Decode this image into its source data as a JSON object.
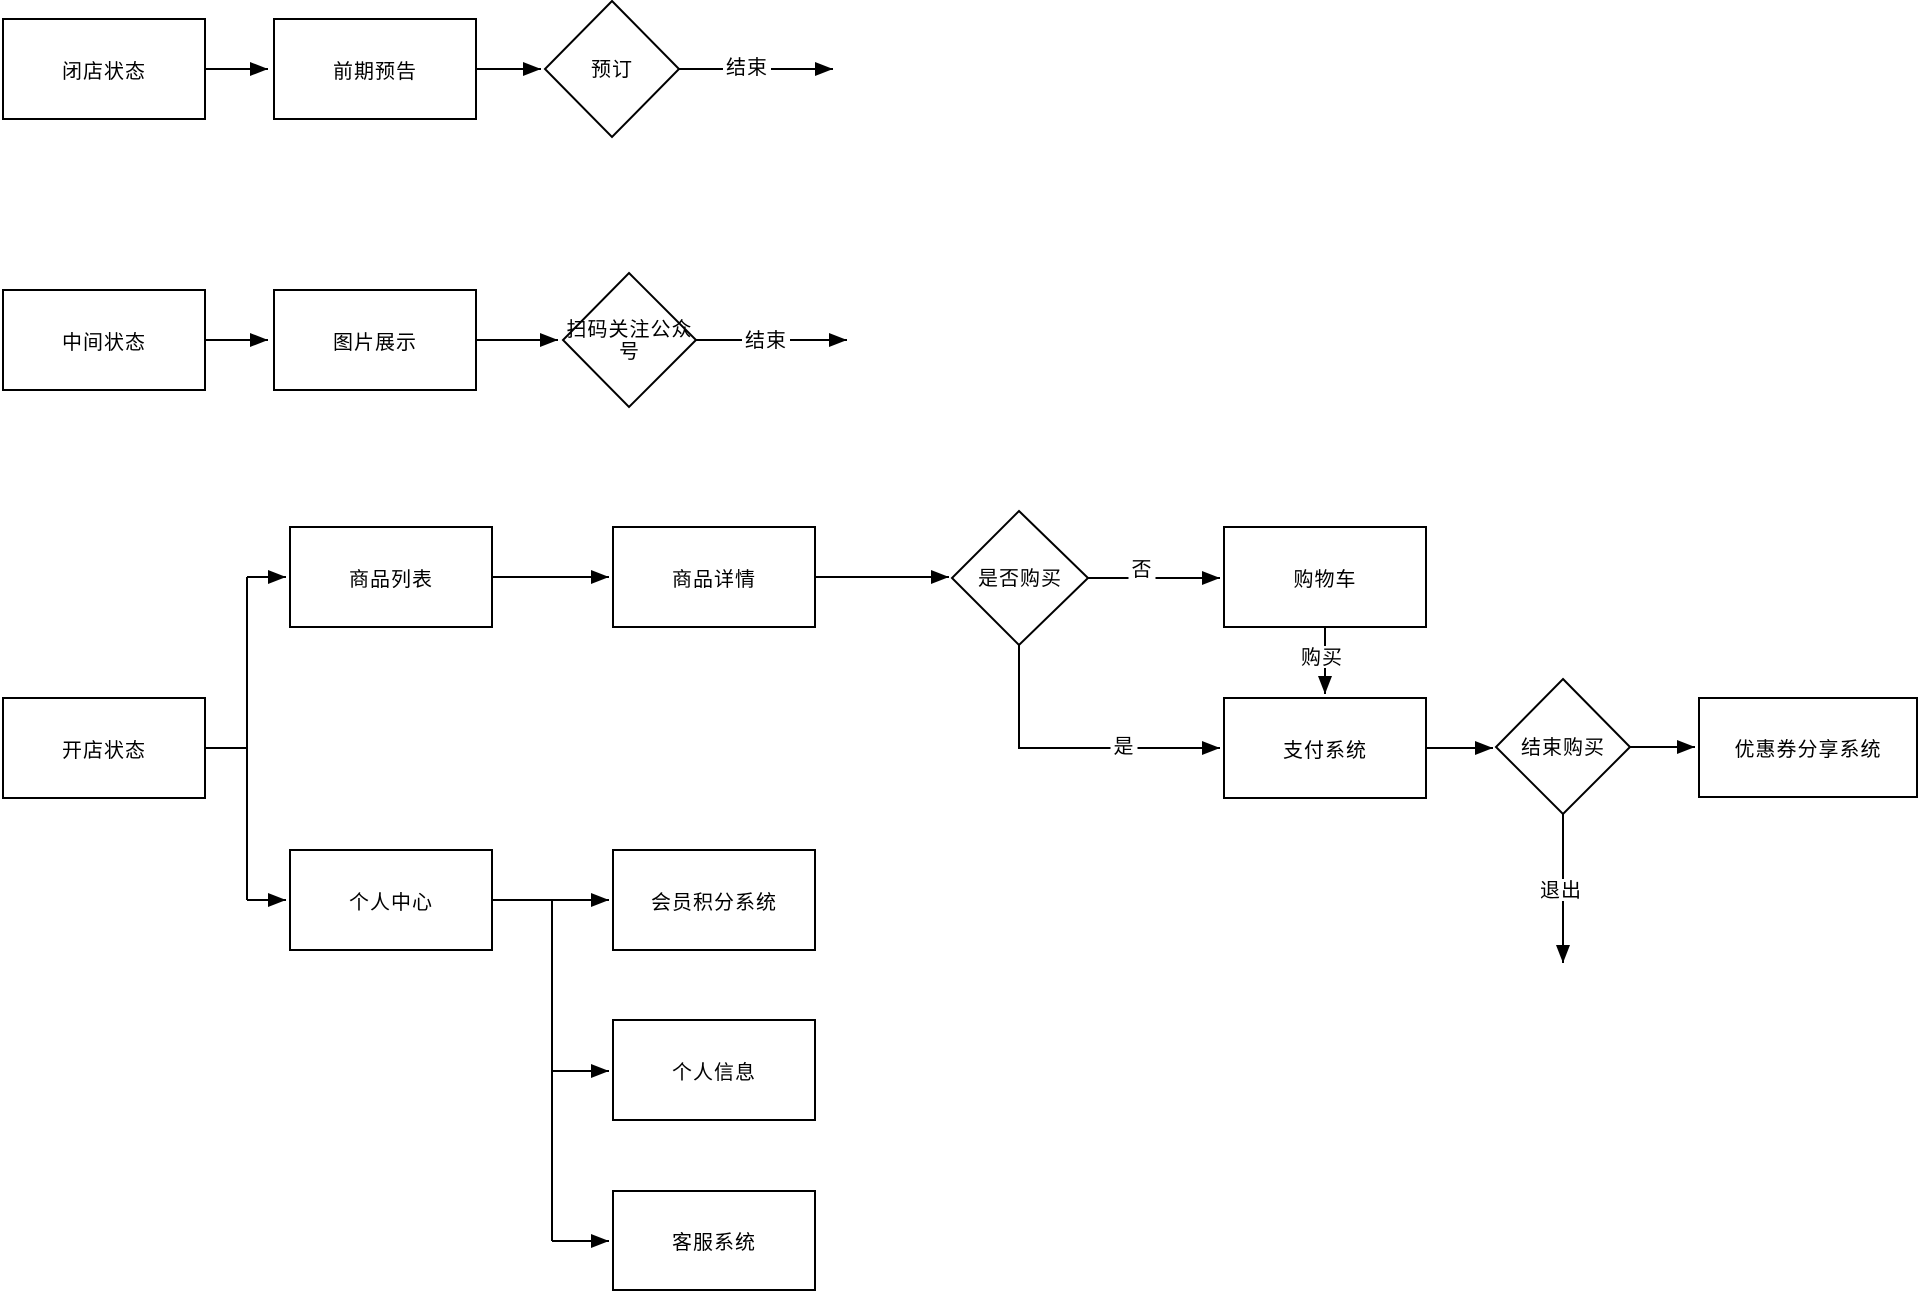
{
  "canvas": {
    "background": "#ffffff",
    "stroke": "#000000",
    "text_color": "#000000"
  },
  "nodes": {
    "closed_state": {
      "label": "闭店状态",
      "shape": "rect"
    },
    "preview": {
      "label": "前期预告",
      "shape": "rect"
    },
    "booking": {
      "label": "预订",
      "shape": "diamond"
    },
    "mid_state": {
      "label": "中间状态",
      "shape": "rect"
    },
    "image_display": {
      "label": "图片展示",
      "shape": "rect"
    },
    "scan_qr": {
      "label": "扫码关注公众号",
      "shape": "diamond"
    },
    "open_state": {
      "label": "开店状态",
      "shape": "rect"
    },
    "product_list": {
      "label": "商品列表",
      "shape": "rect"
    },
    "product_detail": {
      "label": "商品详情",
      "shape": "rect"
    },
    "buy_decision": {
      "label": "是否购买",
      "shape": "diamond"
    },
    "cart": {
      "label": "购物车",
      "shape": "rect"
    },
    "payment": {
      "label": "支付系统",
      "shape": "rect"
    },
    "end_purchase": {
      "label": "结束购买",
      "shape": "diamond"
    },
    "coupon_share": {
      "label": "优惠券分享系统",
      "shape": "rect"
    },
    "personal_center": {
      "label": "个人中心",
      "shape": "rect"
    },
    "member_points": {
      "label": "会员积分系统",
      "shape": "rect"
    },
    "personal_info": {
      "label": "个人信息",
      "shape": "rect"
    },
    "customer_service": {
      "label": "客服系统",
      "shape": "rect"
    }
  },
  "edges": {
    "closed_to_preview": {
      "from": "closed_state",
      "to": "preview"
    },
    "preview_to_booking": {
      "from": "preview",
      "to": "booking"
    },
    "booking_to_end": {
      "from": "booking",
      "to": "end",
      "label": "结束"
    },
    "mid_to_image": {
      "from": "mid_state",
      "to": "image_display"
    },
    "image_to_scan": {
      "from": "image_display",
      "to": "scan_qr"
    },
    "scan_to_end": {
      "from": "scan_qr",
      "to": "end",
      "label": "结束"
    },
    "open_to_product_list": {
      "from": "open_state",
      "to": "product_list"
    },
    "open_to_personal_center": {
      "from": "open_state",
      "to": "personal_center"
    },
    "list_to_detail": {
      "from": "product_list",
      "to": "product_detail"
    },
    "detail_to_decision": {
      "from": "product_detail",
      "to": "buy_decision"
    },
    "decision_no_to_cart": {
      "from": "buy_decision",
      "to": "cart",
      "label": "否"
    },
    "cart_to_payment": {
      "from": "cart",
      "to": "payment",
      "label": "购买"
    },
    "decision_yes_to_payment": {
      "from": "buy_decision",
      "to": "payment",
      "label": "是"
    },
    "payment_to_end_purchase": {
      "from": "payment",
      "to": "end_purchase"
    },
    "end_purchase_to_coupon": {
      "from": "end_purchase",
      "to": "coupon_share"
    },
    "end_purchase_exit": {
      "from": "end_purchase",
      "to": "exit",
      "label": "退出"
    },
    "personal_to_points": {
      "from": "personal_center",
      "to": "member_points"
    },
    "personal_to_info": {
      "from": "personal_center",
      "to": "personal_info"
    },
    "personal_to_service": {
      "from": "personal_center",
      "to": "customer_service"
    }
  }
}
